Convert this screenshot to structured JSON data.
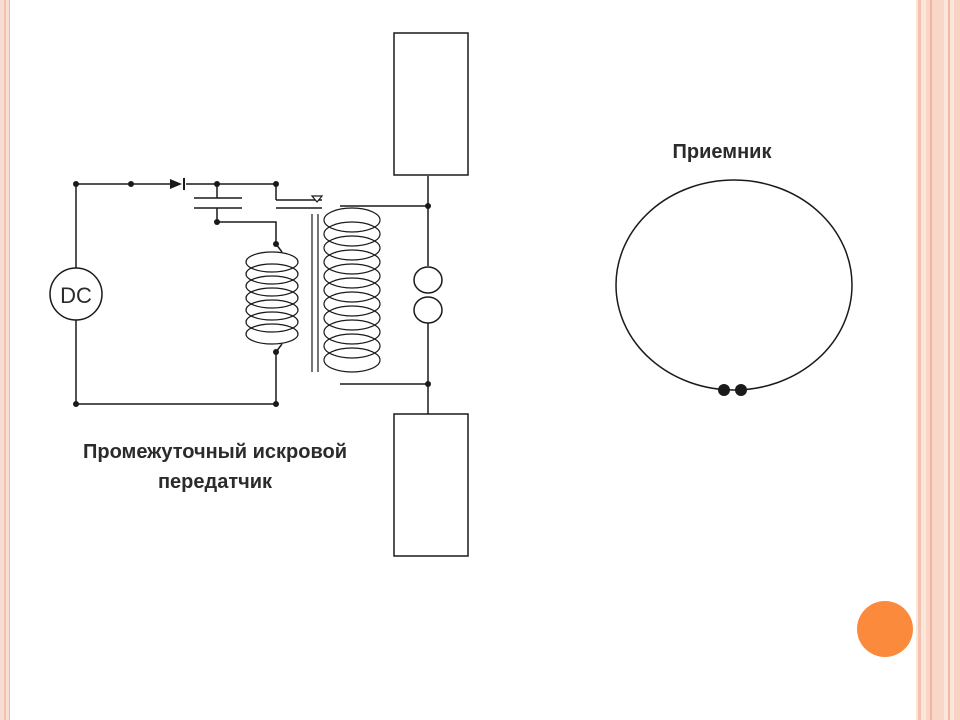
{
  "colors": {
    "line": "#1a1a1a",
    "text": "#2b2b2b",
    "accent_dot": "#fb8a3c",
    "frame": "#f3c3b0"
  },
  "source": {
    "label": "DC"
  },
  "transmitter": {
    "label_line1": "Промежуточный искровой",
    "label_line2": "передатчик"
  },
  "receiver": {
    "label": "Приемник"
  },
  "decor": {
    "accent_circle": "orange-circle"
  }
}
